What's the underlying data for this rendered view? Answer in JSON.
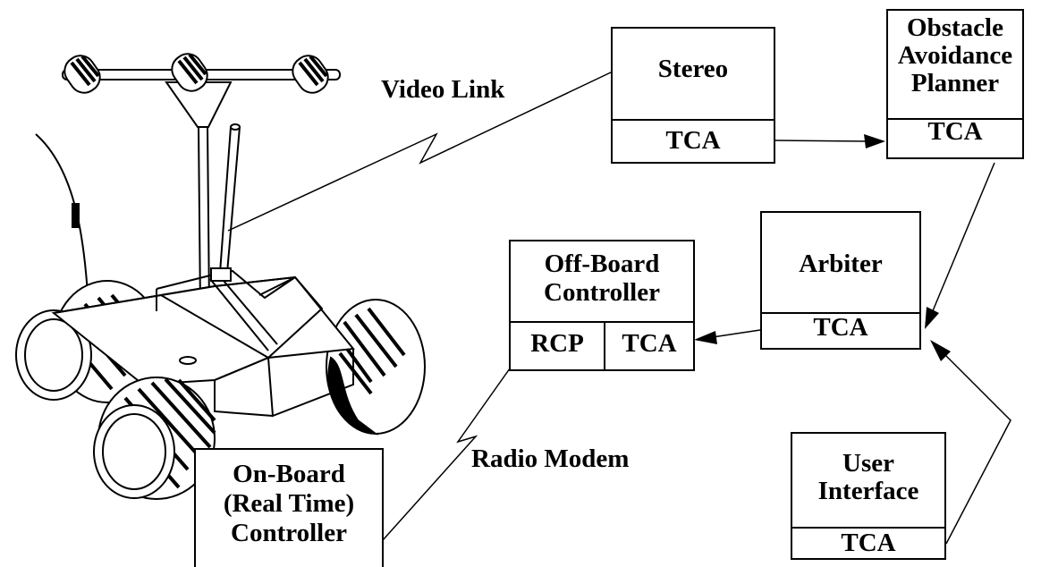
{
  "links": {
    "video": "Video Link",
    "radio": "Radio Modem"
  },
  "stereo": {
    "title": "Stereo",
    "sub": "TCA"
  },
  "planner": {
    "title": [
      "Obstacle",
      "Avoidance",
      "Planner"
    ],
    "sub": "TCA"
  },
  "arbiter": {
    "title": "Arbiter",
    "sub": "TCA"
  },
  "offboard": {
    "title": [
      "Off-Board",
      "Controller"
    ],
    "sub_left": "RCP",
    "sub_right": "TCA"
  },
  "ui": {
    "title": [
      "User",
      "Interface"
    ],
    "sub": "TCA"
  },
  "onboard": {
    "title": [
      "On-Board",
      "(Real Time)",
      "Controller"
    ]
  }
}
